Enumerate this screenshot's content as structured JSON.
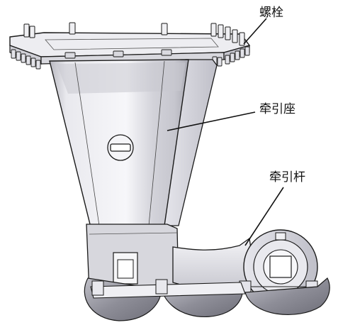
{
  "labels": {
    "bolt": "螺栓",
    "traction_seat": "牵引座",
    "traction_rod": "牵引杆"
  },
  "colors": {
    "line": "#1a1a1a",
    "body_light": "#f2f2f4",
    "body_mid": "#dcdce2",
    "body_shadow": "#b9b9c2",
    "flange_top": "#ececf0"
  }
}
